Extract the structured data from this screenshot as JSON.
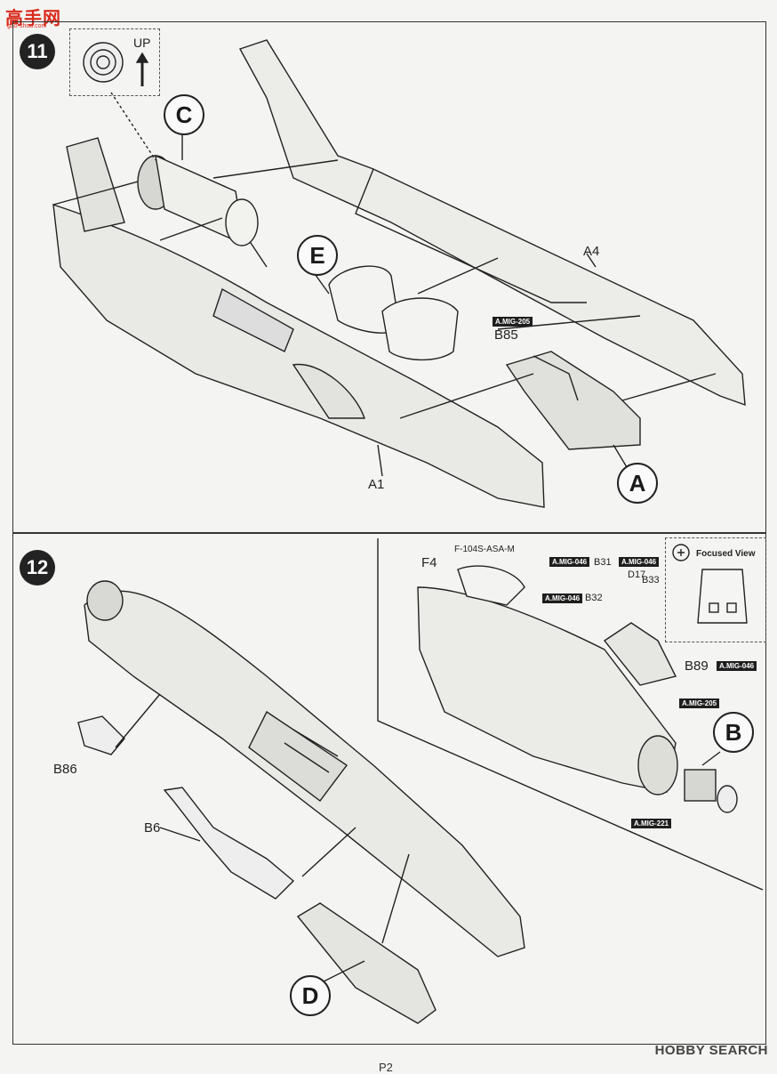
{
  "watermark": {
    "site_cn": "高手网",
    "site_url": "gao-shou.com",
    "search": "HOBBY SEARCH"
  },
  "page_number": "P2",
  "step11": {
    "number": "11",
    "up_label": "UP",
    "callouts": {
      "c": "C",
      "e": "E",
      "a": "A"
    },
    "part_labels": {
      "a4": "A4",
      "a1": "A1",
      "b85": "B85"
    },
    "paint_tag_b85": "A.MIG-205"
  },
  "step12": {
    "number": "12",
    "callouts": {
      "b": "B",
      "d": "D"
    },
    "part_labels": {
      "b86": "B86",
      "b6": "B6",
      "f4": "F4",
      "b31": "B31",
      "b32": "B32",
      "b33": "B33",
      "d17": "D17",
      "b89": "B89"
    },
    "version_label": "F-104S-ASA-M",
    "focused_view": "Focused View",
    "paint_tags": {
      "b31": "A.MIG-046",
      "b33": "A.MIG-046",
      "b32": "A.MIG-046",
      "b89": "A.MIG-046",
      "cone": "A.MIG-205",
      "bottom": "A.MIG-221"
    }
  }
}
